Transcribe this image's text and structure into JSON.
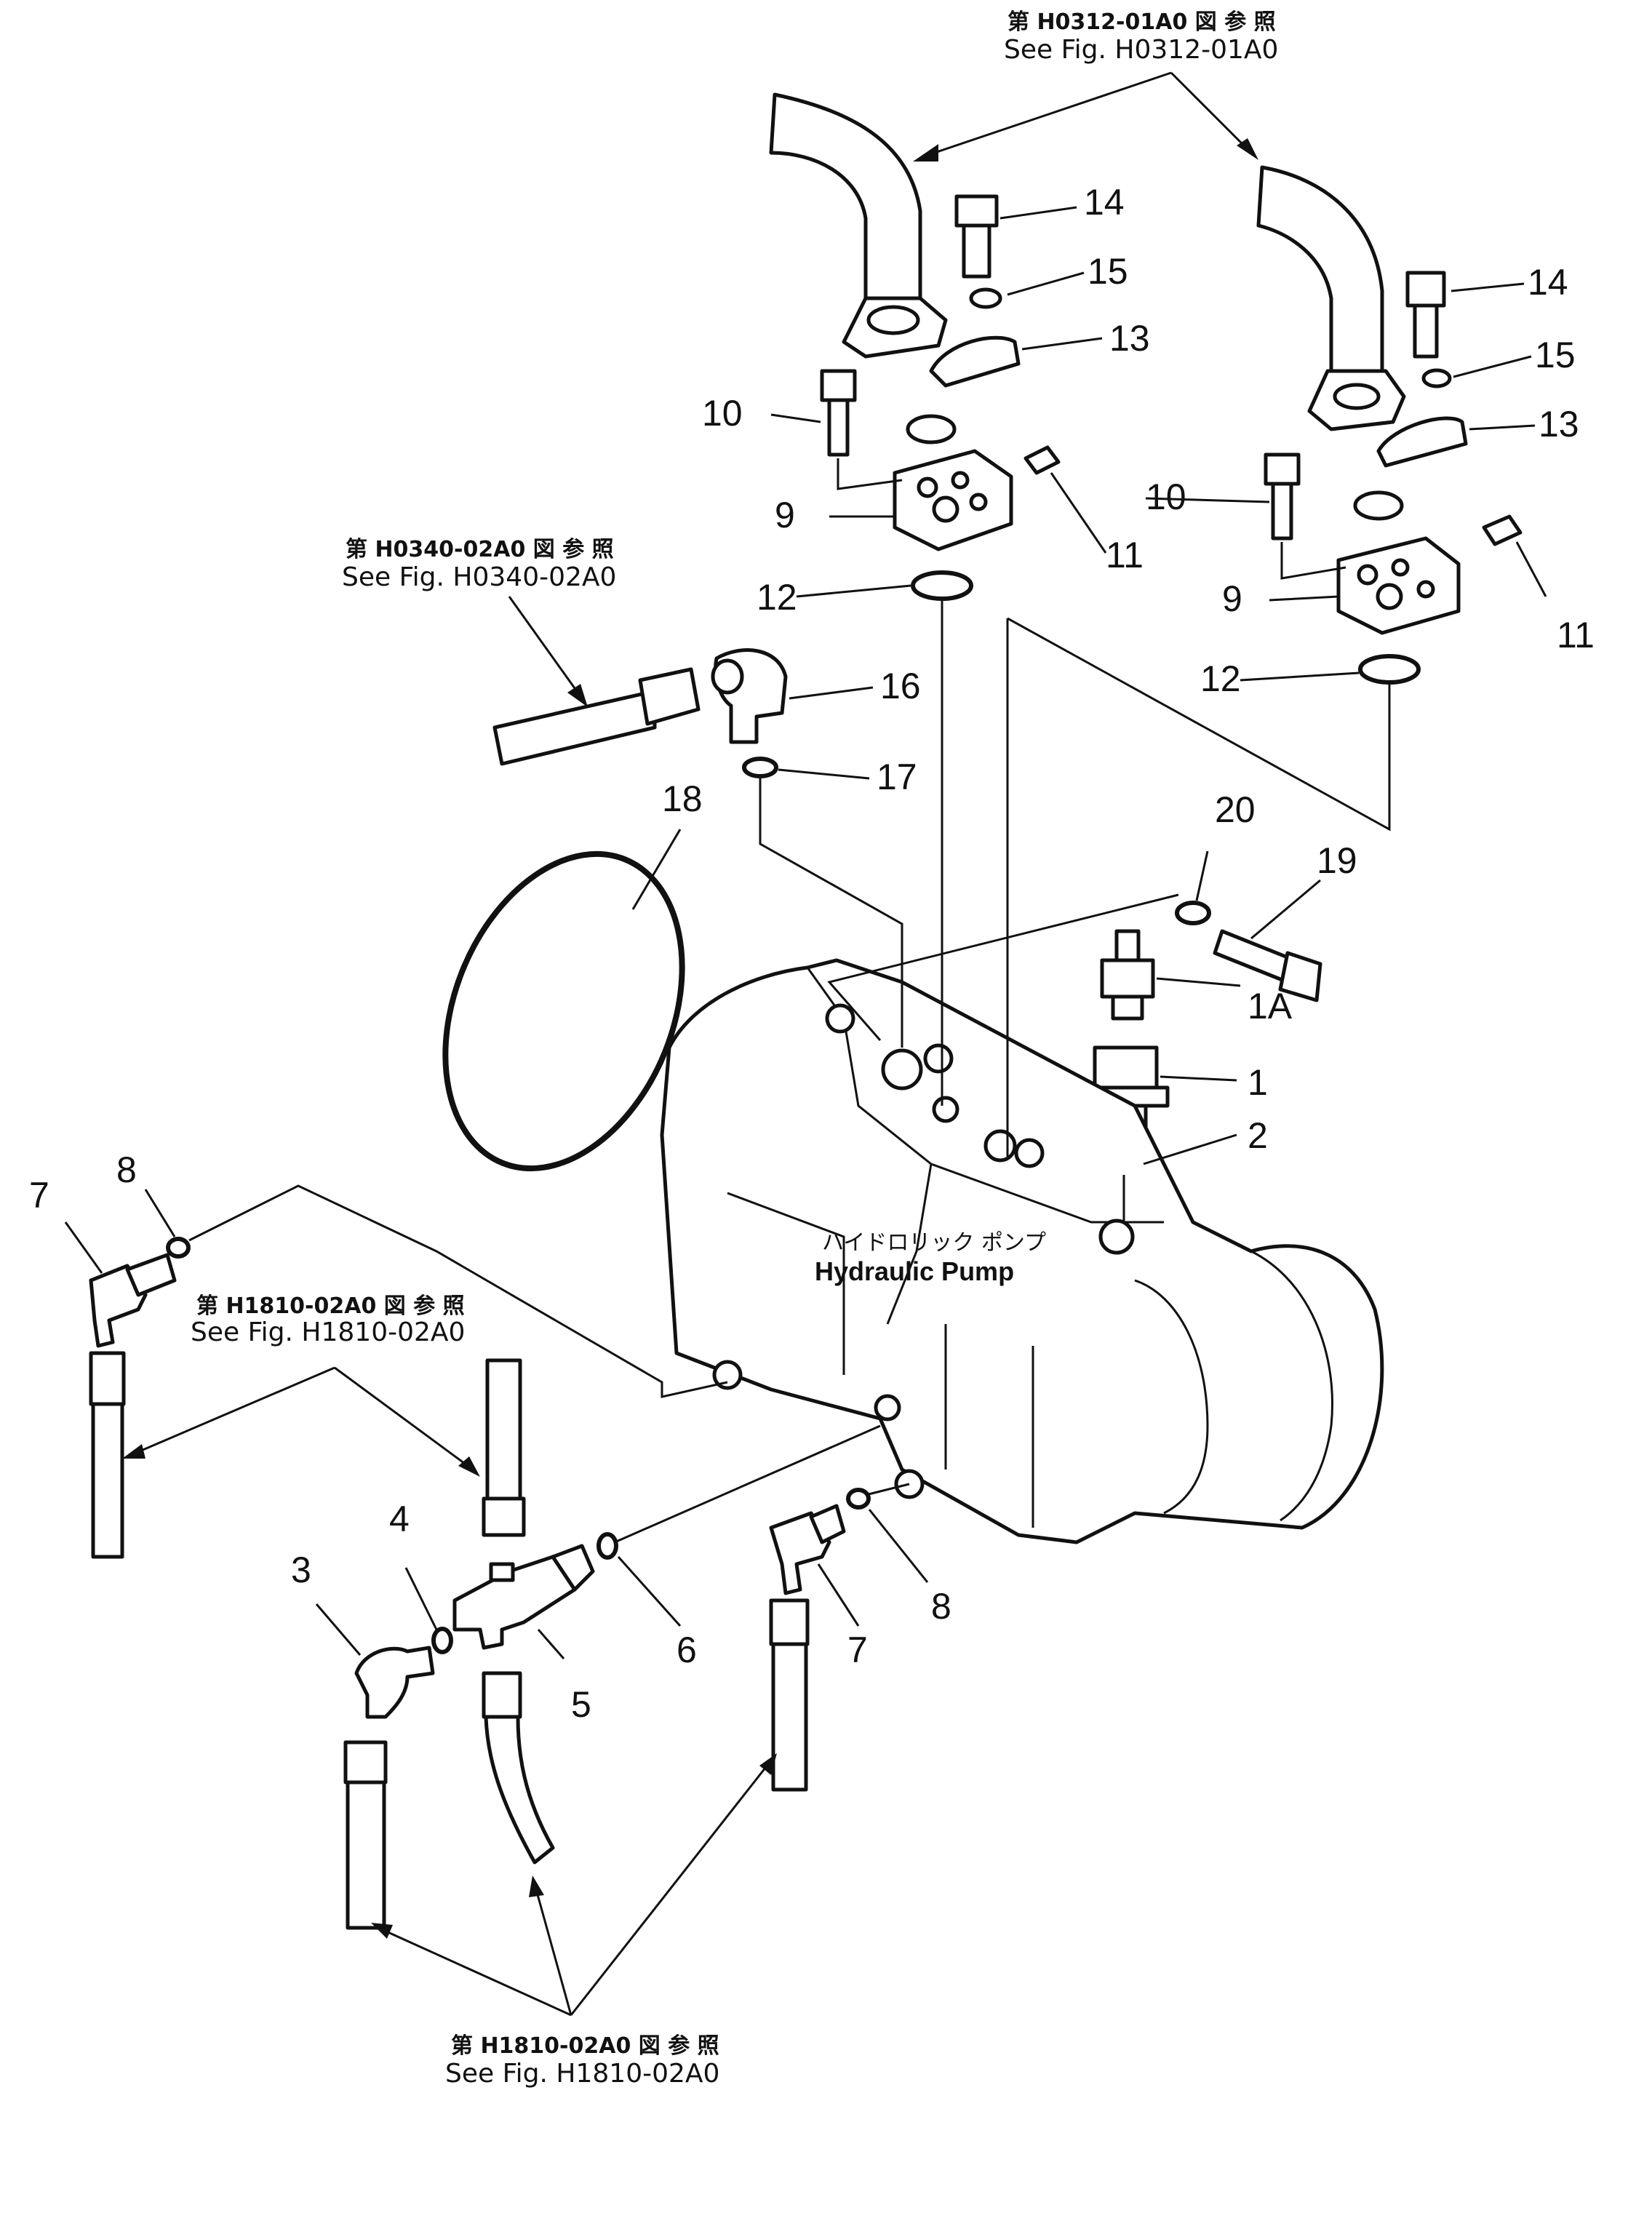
{
  "title": {
    "jp": "ハイドロリック ポンプ",
    "en": "Hydraulic Pump"
  },
  "references": [
    {
      "id": "ref-top",
      "jp": "第 H0312-01A0 図 参 照",
      "en": "See Fig. H0312-01A0"
    },
    {
      "id": "ref-left",
      "jp": "第 H0340-02A0 図 参 照",
      "en": "See Fig. H0340-02A0"
    },
    {
      "id": "ref-mid",
      "jp": "第 H1810-02A0 図 参 照",
      "en": "See Fig. H1810-02A0"
    },
    {
      "id": "ref-bottom",
      "jp": "第 H1810-02A0 図 参 照",
      "en": "See Fig. H1810-02A0"
    }
  ],
  "parts": {
    "p1": "1",
    "p1a": "1A",
    "p2": "2",
    "p3": "3",
    "p4": "4",
    "p5": "5",
    "p6": "6",
    "p7": "7",
    "p8": "8",
    "p9": "9",
    "p10": "10",
    "p11": "11",
    "p12": "12",
    "p13": "13",
    "p14": "14",
    "p15": "15",
    "p16": "16",
    "p17": "17",
    "p18": "18",
    "p19": "19",
    "p20": "20"
  }
}
